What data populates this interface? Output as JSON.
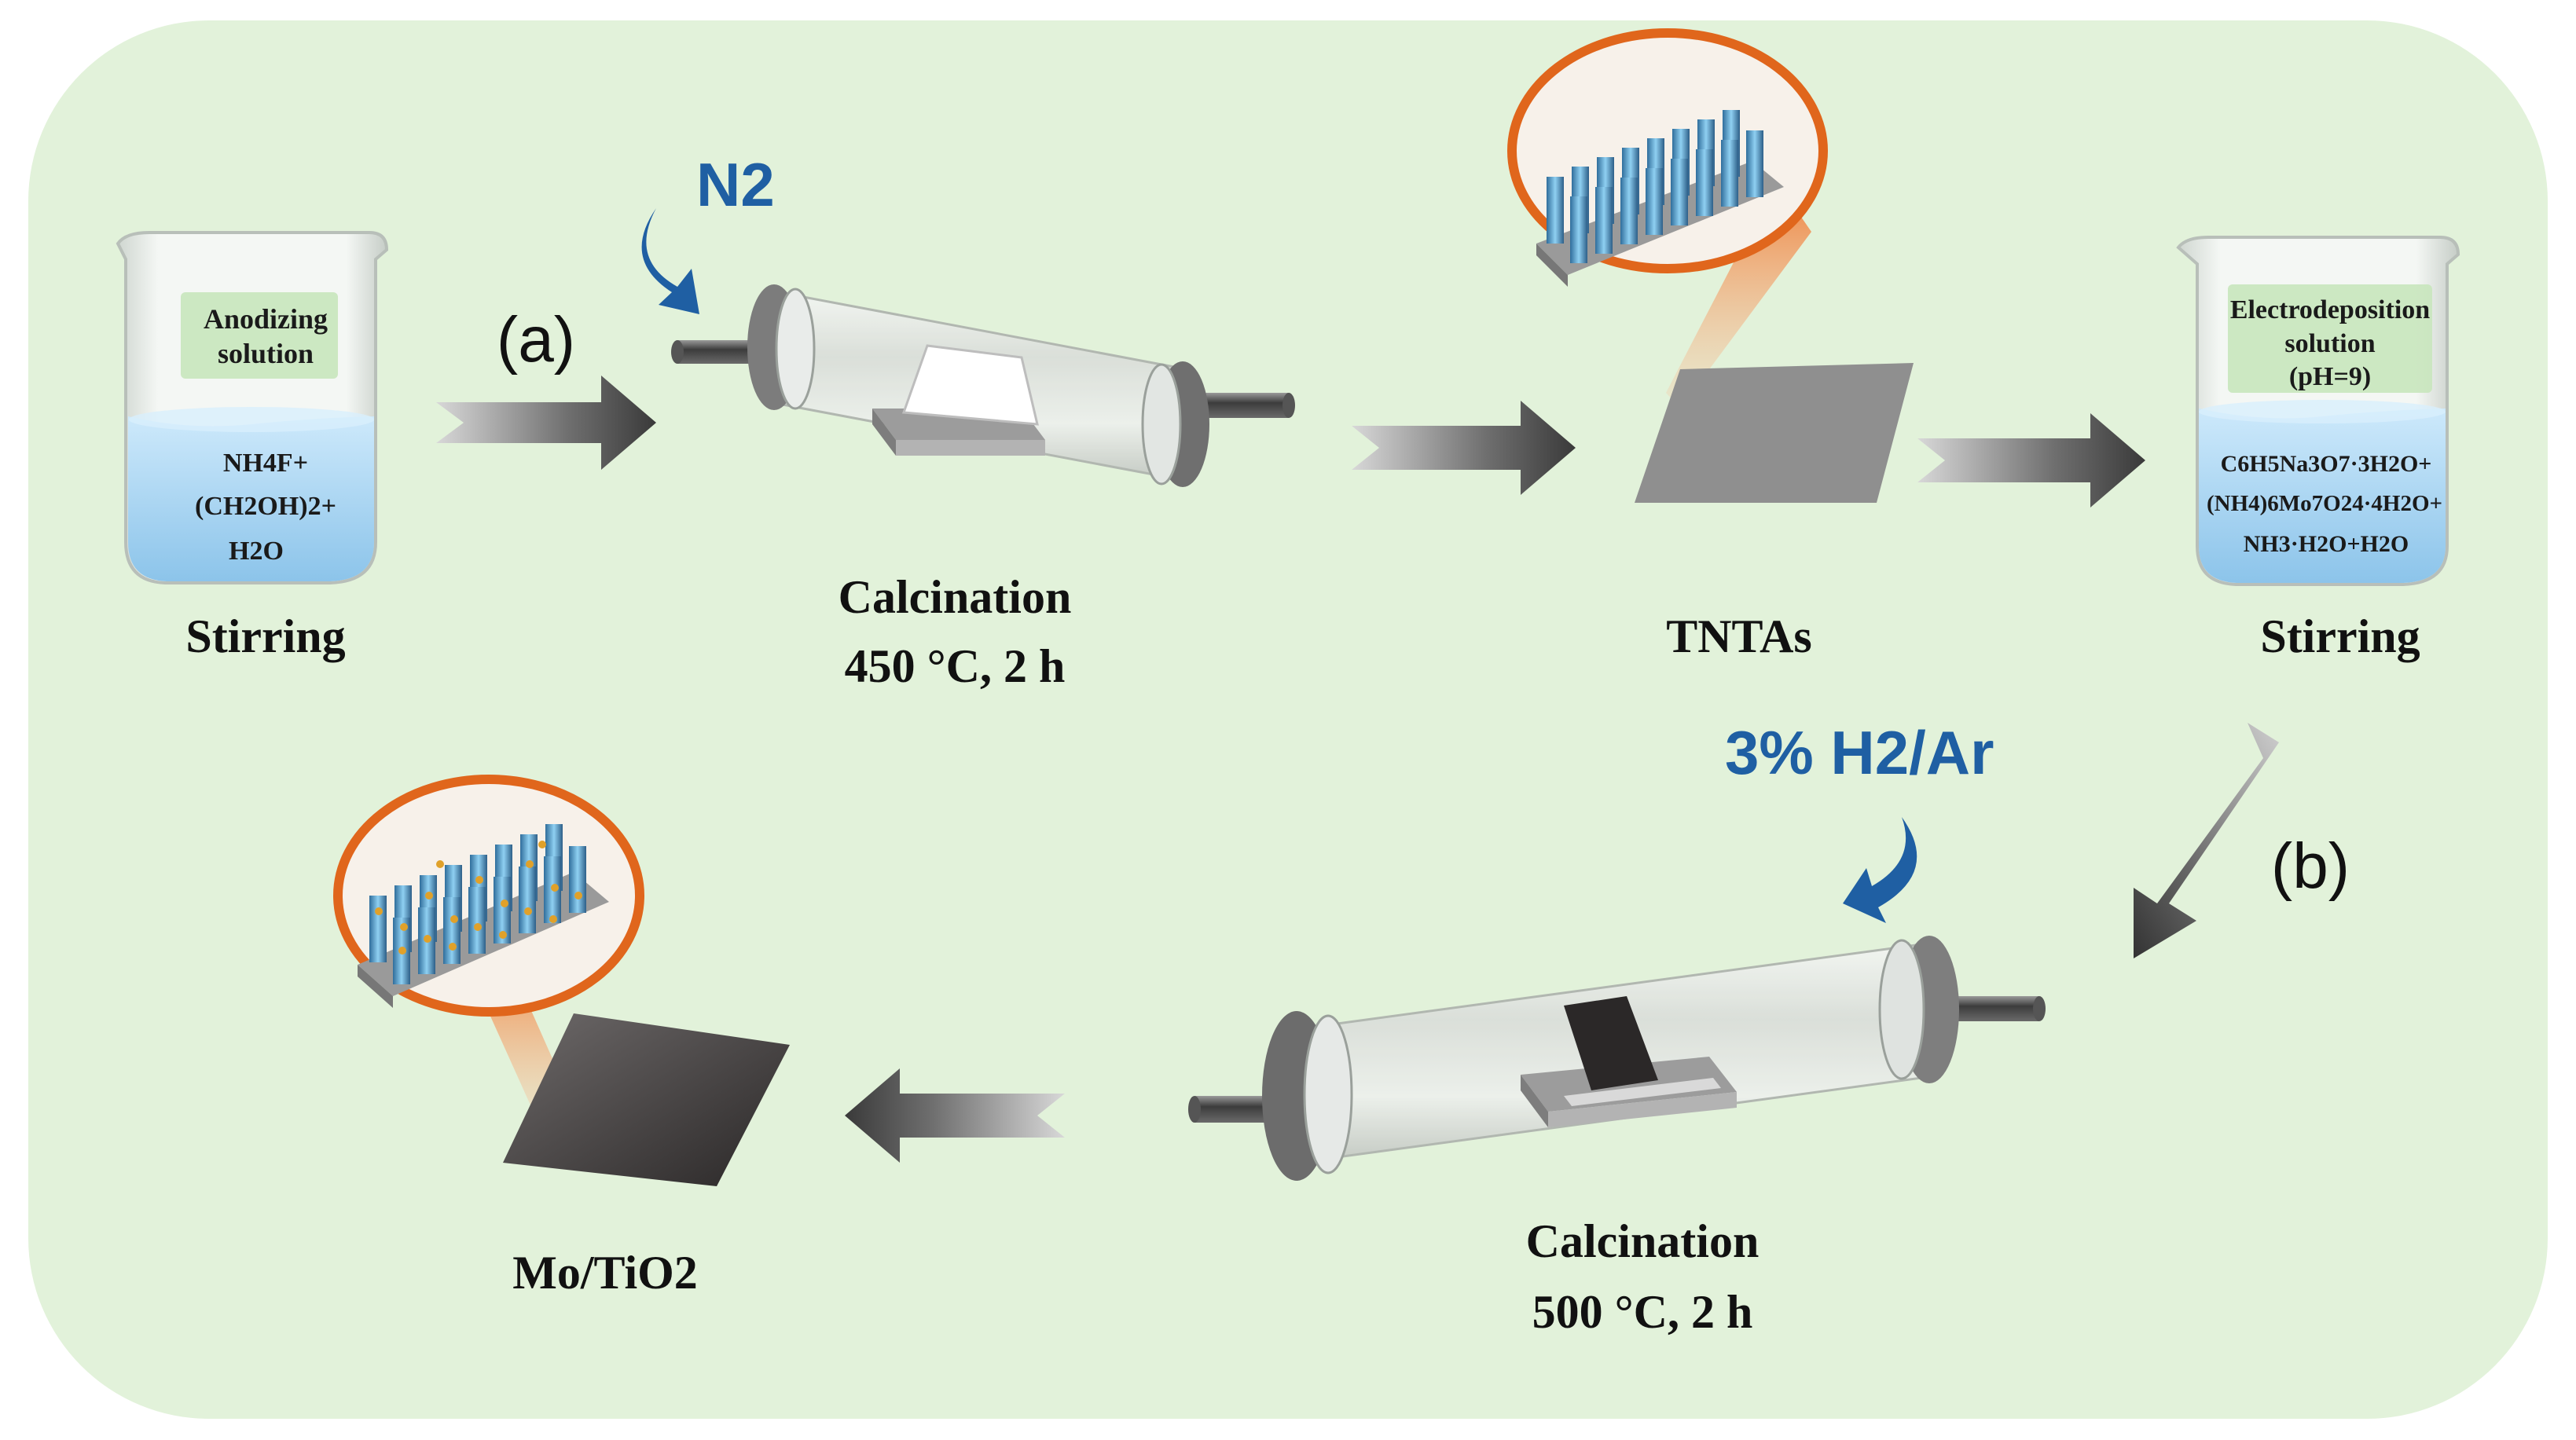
{
  "beaker1": {
    "top_label_1": "Anodizing",
    "top_label_2": "solution",
    "content_1": "NH4F+",
    "content_2": "(CH2OH)2+",
    "content_3": "H2O",
    "caption": "Stirring"
  },
  "step_a": "(a)",
  "gas_1": "N2",
  "furnace1": {
    "caption_1": "Calcination",
    "caption_2": "450 °C, 2 h"
  },
  "tntas": {
    "caption": "TNTAs"
  },
  "beaker2": {
    "top_label_1": "Electrodeposition",
    "top_label_2": "solution",
    "top_label_3": "(pH=9)",
    "content_1": "C6H5Na3O7·3H2O+",
    "content_2": "(NH4)6Mo7O24·4H2O+",
    "content_3": "NH3·H2O+H2O",
    "caption": "Stirring"
  },
  "gas_2": "3% H2/Ar",
  "step_b": "(b)",
  "furnace2": {
    "caption_1": "Calcination",
    "caption_2": "500 °C, 2 h"
  },
  "product": {
    "caption": "Mo/TiO2"
  },
  "colors": {
    "background": "#e2f2da",
    "gas_text": "#1f5fa3",
    "highlight_ring": "#e0661c",
    "solution_blue": "#a9d4f0",
    "label_green": "#c8e6bc"
  }
}
